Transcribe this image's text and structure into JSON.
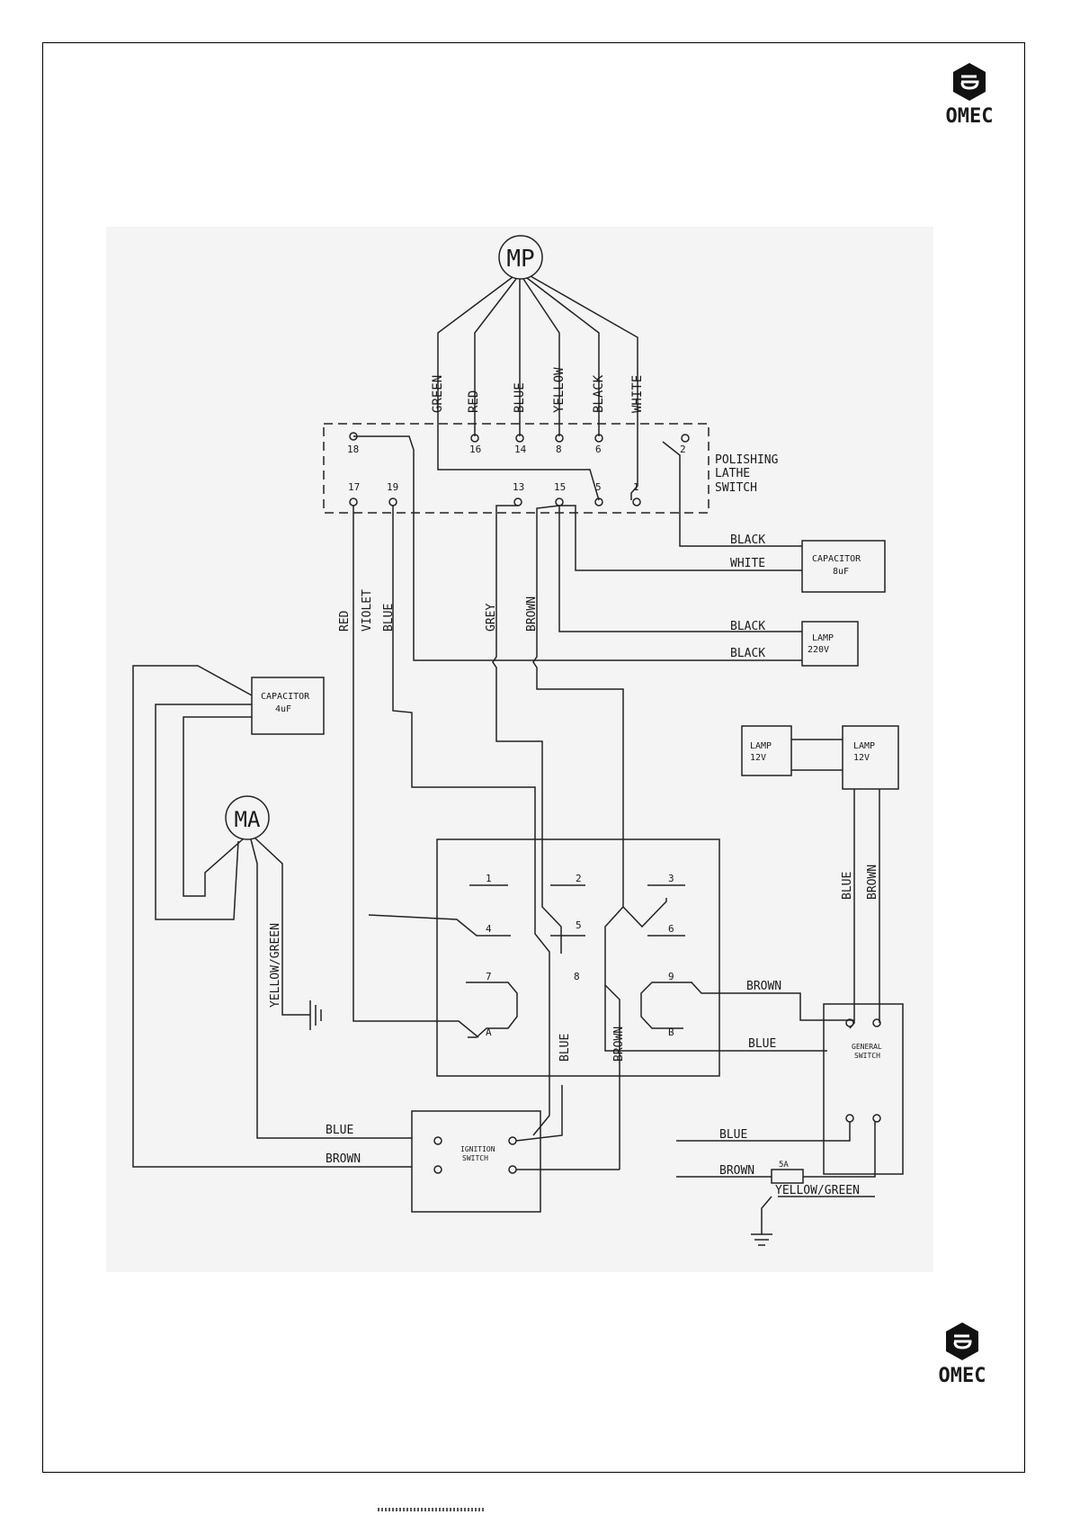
{
  "brand": {
    "logo_text": "OMEC"
  },
  "motors": {
    "polishing": "MP",
    "aux": "MA"
  },
  "mp_wires": [
    "GREEN",
    "RED",
    "BLUE",
    "YELLOW",
    "BLACK",
    "WHITE"
  ],
  "lathe_switch": {
    "label_lines": [
      "POLISHING",
      "LATHE",
      "SWITCH"
    ],
    "terminals_top": [
      "18",
      "16",
      "14",
      "8",
      "6",
      "2"
    ],
    "terminals_bottom": [
      "17",
      "19",
      "13",
      "15",
      "5",
      "1"
    ]
  },
  "capacitor_8": {
    "lines": [
      "CAPACITOR",
      "8uF"
    ],
    "wire_a": "BLACK",
    "wire_b": "WHITE"
  },
  "lamp_220": {
    "lines": [
      "LAMP",
      "220V"
    ],
    "wire_a": "BLACK",
    "wire_b": "BLACK"
  },
  "mid_wires": [
    "RED",
    "VIOLET",
    "BLUE",
    "GREY",
    "BROWN"
  ],
  "capacitor_4": {
    "lines": [
      "CAPACITOR",
      "4uF"
    ]
  },
  "ma_ground_wire": "YELLOW/GREEN",
  "lamp_12_a": {
    "lines": [
      "LAMP",
      "12V"
    ]
  },
  "lamp_12_b": {
    "lines": [
      "LAMP",
      "12V"
    ]
  },
  "lamp_wires": [
    "BLUE",
    "BROWN"
  ],
  "selector": {
    "terminals": [
      "1",
      "2",
      "3",
      "4",
      "5",
      "6",
      "7",
      "8",
      "9",
      "A",
      "B"
    ]
  },
  "selector_wires": {
    "blue_vertical": "BLUE",
    "brown_vertical": "BROWN",
    "to_general_brown": "BROWN",
    "to_general_blue": "BLUE"
  },
  "general_switch": {
    "lines": [
      "GENERAL",
      "SWITCH"
    ]
  },
  "ignition_switch": {
    "lines": [
      "IGNITION",
      "SWITCH"
    ],
    "wire_blue": "BLUE",
    "wire_brown": "BROWN"
  },
  "mains": {
    "blue": "BLUE",
    "brown": "BROWN",
    "fuse": "5A",
    "earth": "YELLOW/GREEN"
  }
}
